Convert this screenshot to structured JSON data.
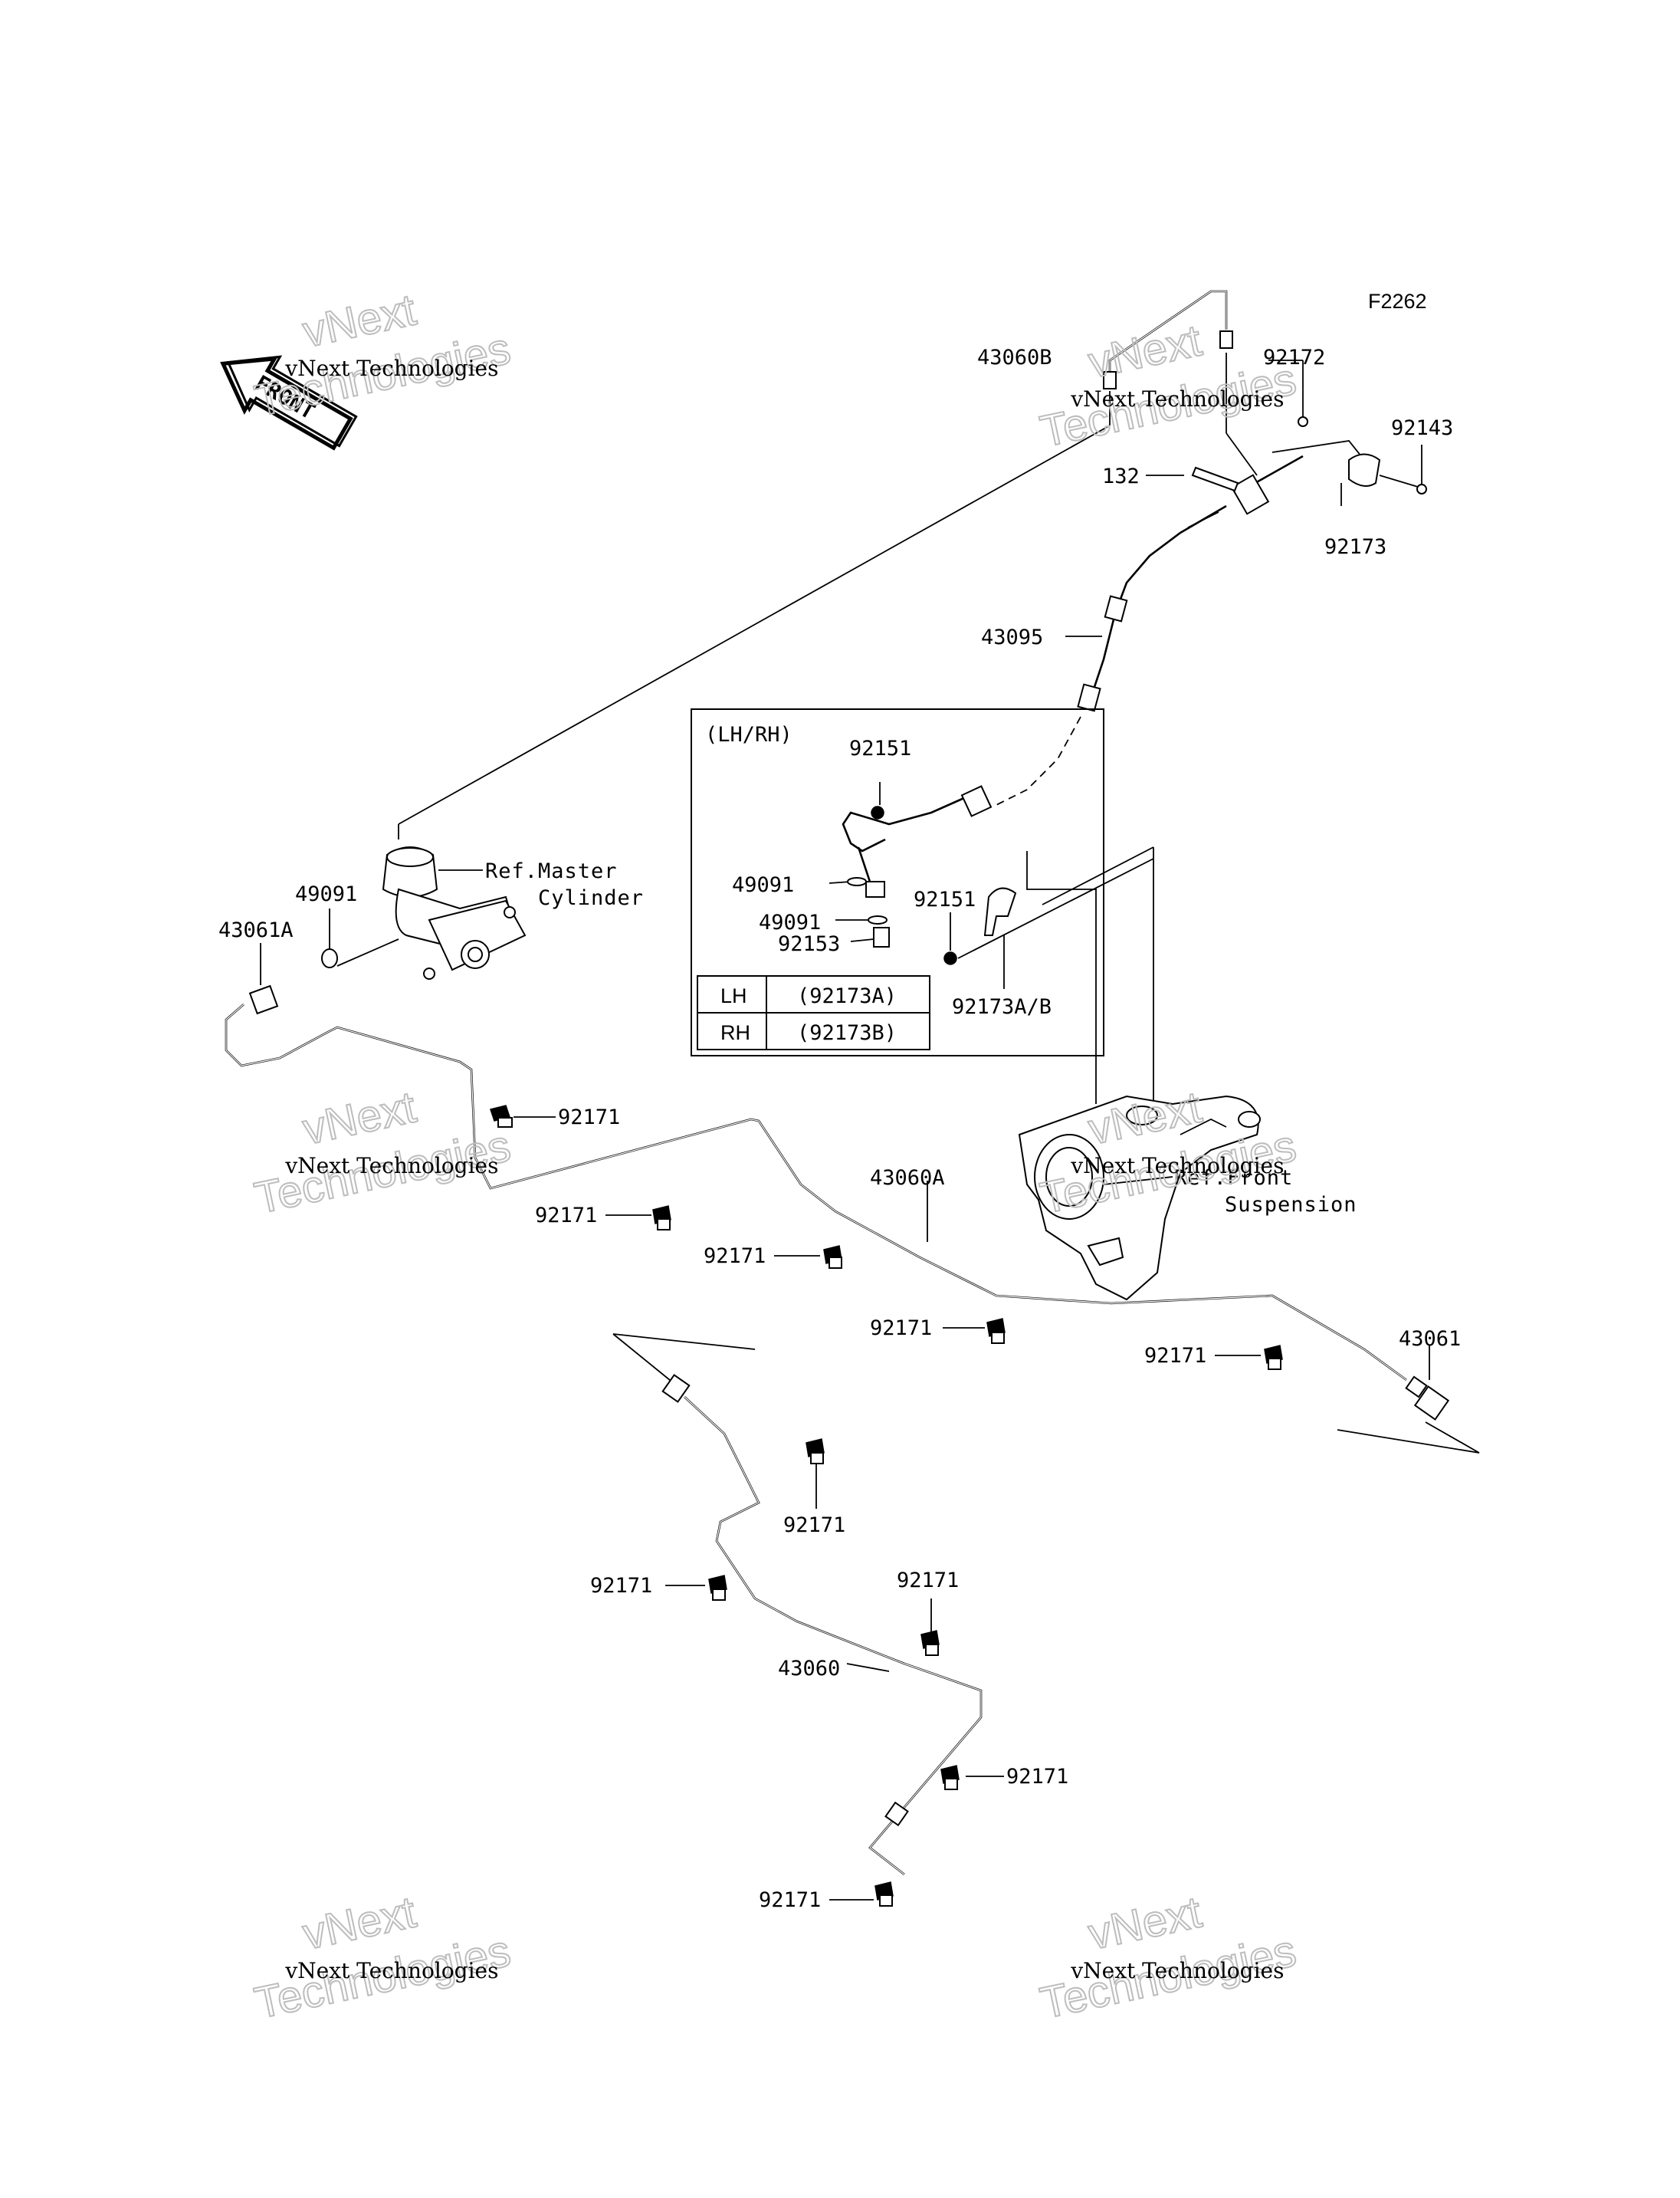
{
  "figure_code": "F2262",
  "front_marker": "FRONT",
  "watermark": {
    "line1": "vNext Technologies",
    "line2": "vNext",
    "line3": "Technologies"
  },
  "labels": {
    "p43060B": "43060B",
    "p92172": "92172",
    "p92143": "92143",
    "p132": "132",
    "p92173": "92173",
    "p43095": "43095",
    "p92151a": "92151",
    "p49091a": "49091",
    "p49091b": "49091",
    "p92153": "92153",
    "p92151b": "92151",
    "p92173ab": "92173A/B",
    "p49091c": "49091",
    "p43061A": "43061A",
    "p43060A": "43060A",
    "p43061": "43061",
    "p43060": "43060",
    "p92171_1": "92171",
    "p92171_2": "92171",
    "p92171_3": "92171",
    "p92171_4": "92171",
    "p92171_5": "92171",
    "p92171_6": "92171",
    "p92171_7": "92171",
    "p92171_8": "92171",
    "p92171_9": "92171",
    "p92171_10": "92171"
  },
  "refs": {
    "master_cylinder_1": "Ref.Master",
    "master_cylinder_2": "Cylinder",
    "suspension_1": "Ref.Front",
    "suspension_2": "Suspension"
  },
  "inset": {
    "title": "(LH/RH)",
    "table": [
      {
        "side": "LH",
        "part": "(92173A)"
      },
      {
        "side": "RH",
        "part": "(92173B)"
      }
    ]
  }
}
